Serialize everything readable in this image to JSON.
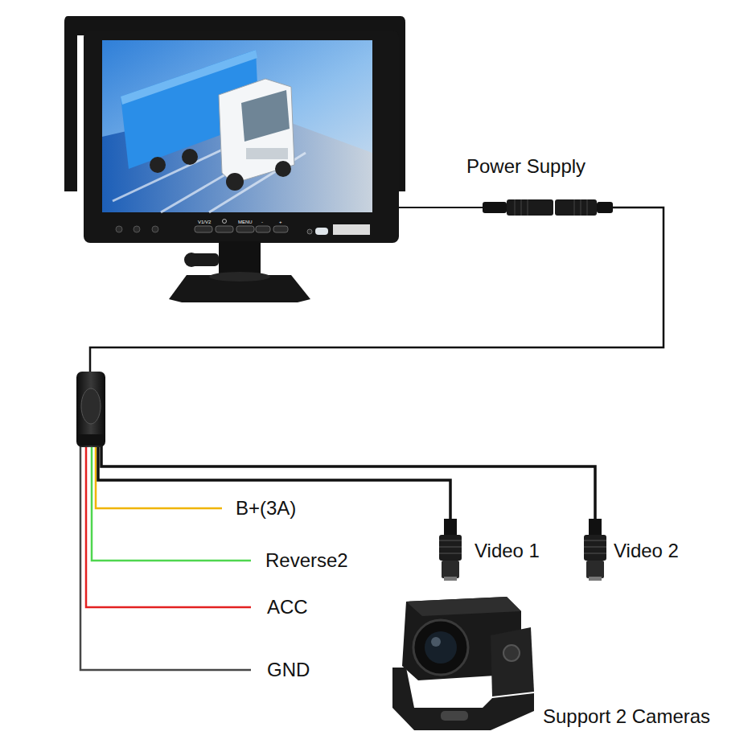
{
  "diagram": {
    "labels": [
      "Power Supply",
      "B+(3A)",
      "Reverse2",
      "ACC",
      "GND",
      "Video 1",
      "Video 2",
      "Support 2 Cameras",
      "V1/V2",
      "MENU",
      "-",
      "+"
    ]
  }
}
